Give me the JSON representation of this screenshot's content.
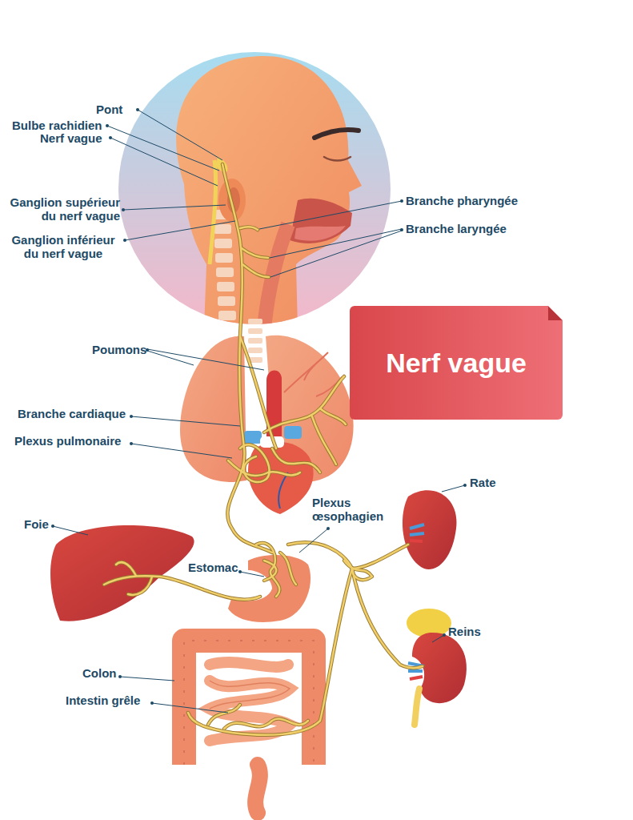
{
  "diagram": {
    "title": "Nerf vague",
    "labels": [
      "Pont",
      "Bulbe rachidien",
      "Nerf vague",
      "Ganglion supérieur du nerf vague",
      "Ganglion inférieur du nerf vague",
      "Branche pharyngée",
      "Branche laryngée",
      "Poumons",
      "Branche cardiaque",
      "Plexus pulmonaire",
      "Rate",
      "Plexus œsophagien",
      "Foie",
      "Estomac",
      "Reins",
      "Colon",
      "Intestin grêle"
    ]
  }
}
